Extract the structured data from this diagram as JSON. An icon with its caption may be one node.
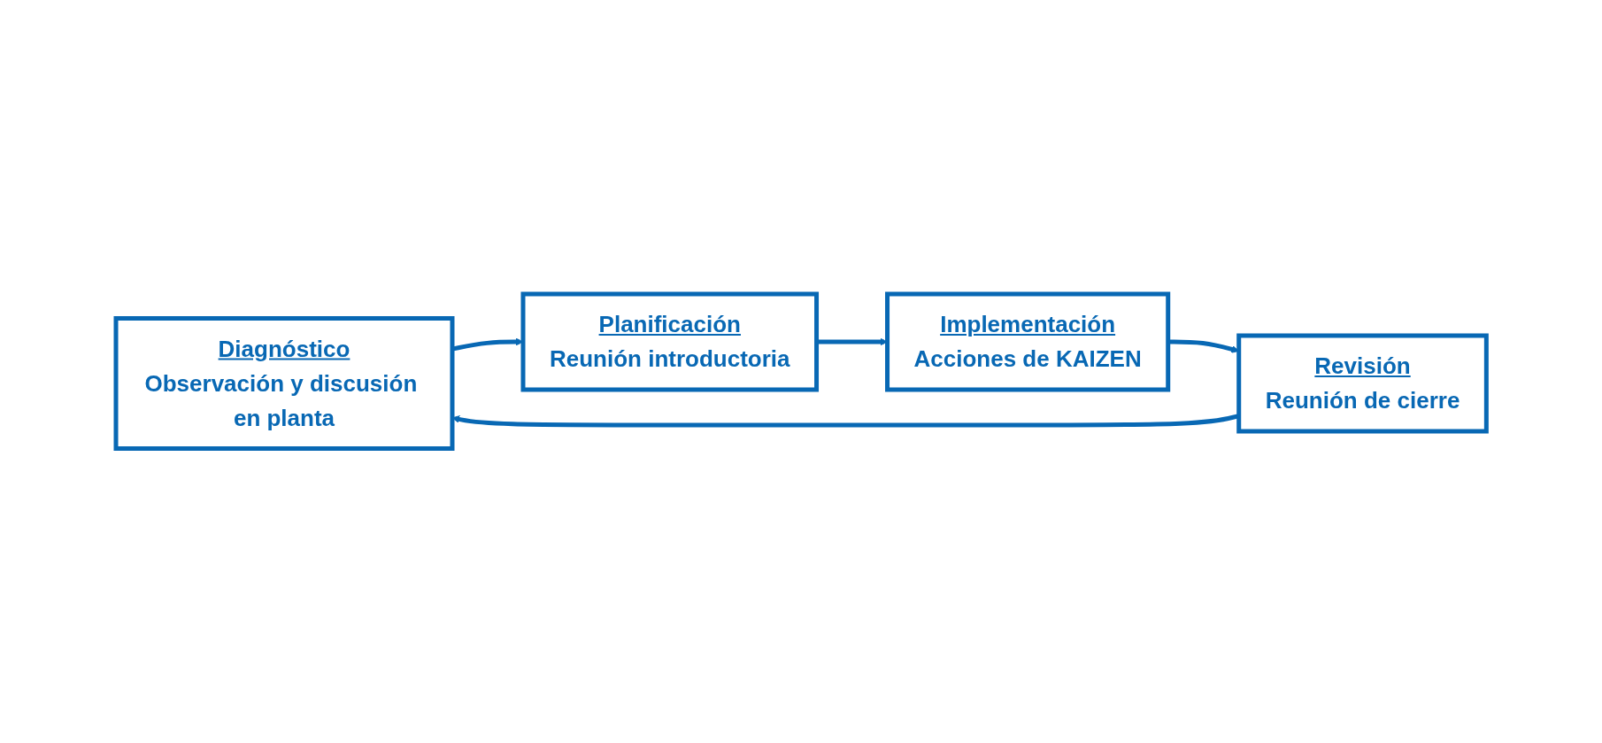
{
  "diagram": {
    "nodes": [
      {
        "text": [
          "Diagnóstico",
          "Observación y discusión en planta"
        ]
      },
      {
        "text": [
          "Planificación",
          "Reunión introductoria"
        ]
      },
      {
        "text": [
          "Implementación",
          "Acciones de KAIZEN"
        ]
      },
      {
        "text": [
          "Revisión",
          "Reunión de cierre"
        ]
      }
    ],
    "edges": [
      {
        "from": 0,
        "to": 1,
        "arrow": "to"
      },
      {
        "from": 1,
        "to": 2,
        "arrow": "to"
      },
      {
        "from": 2,
        "to": 3,
        "arrow": "to"
      },
      {
        "from": 3,
        "to": 0,
        "arrow": "to"
      }
    ]
  }
}
